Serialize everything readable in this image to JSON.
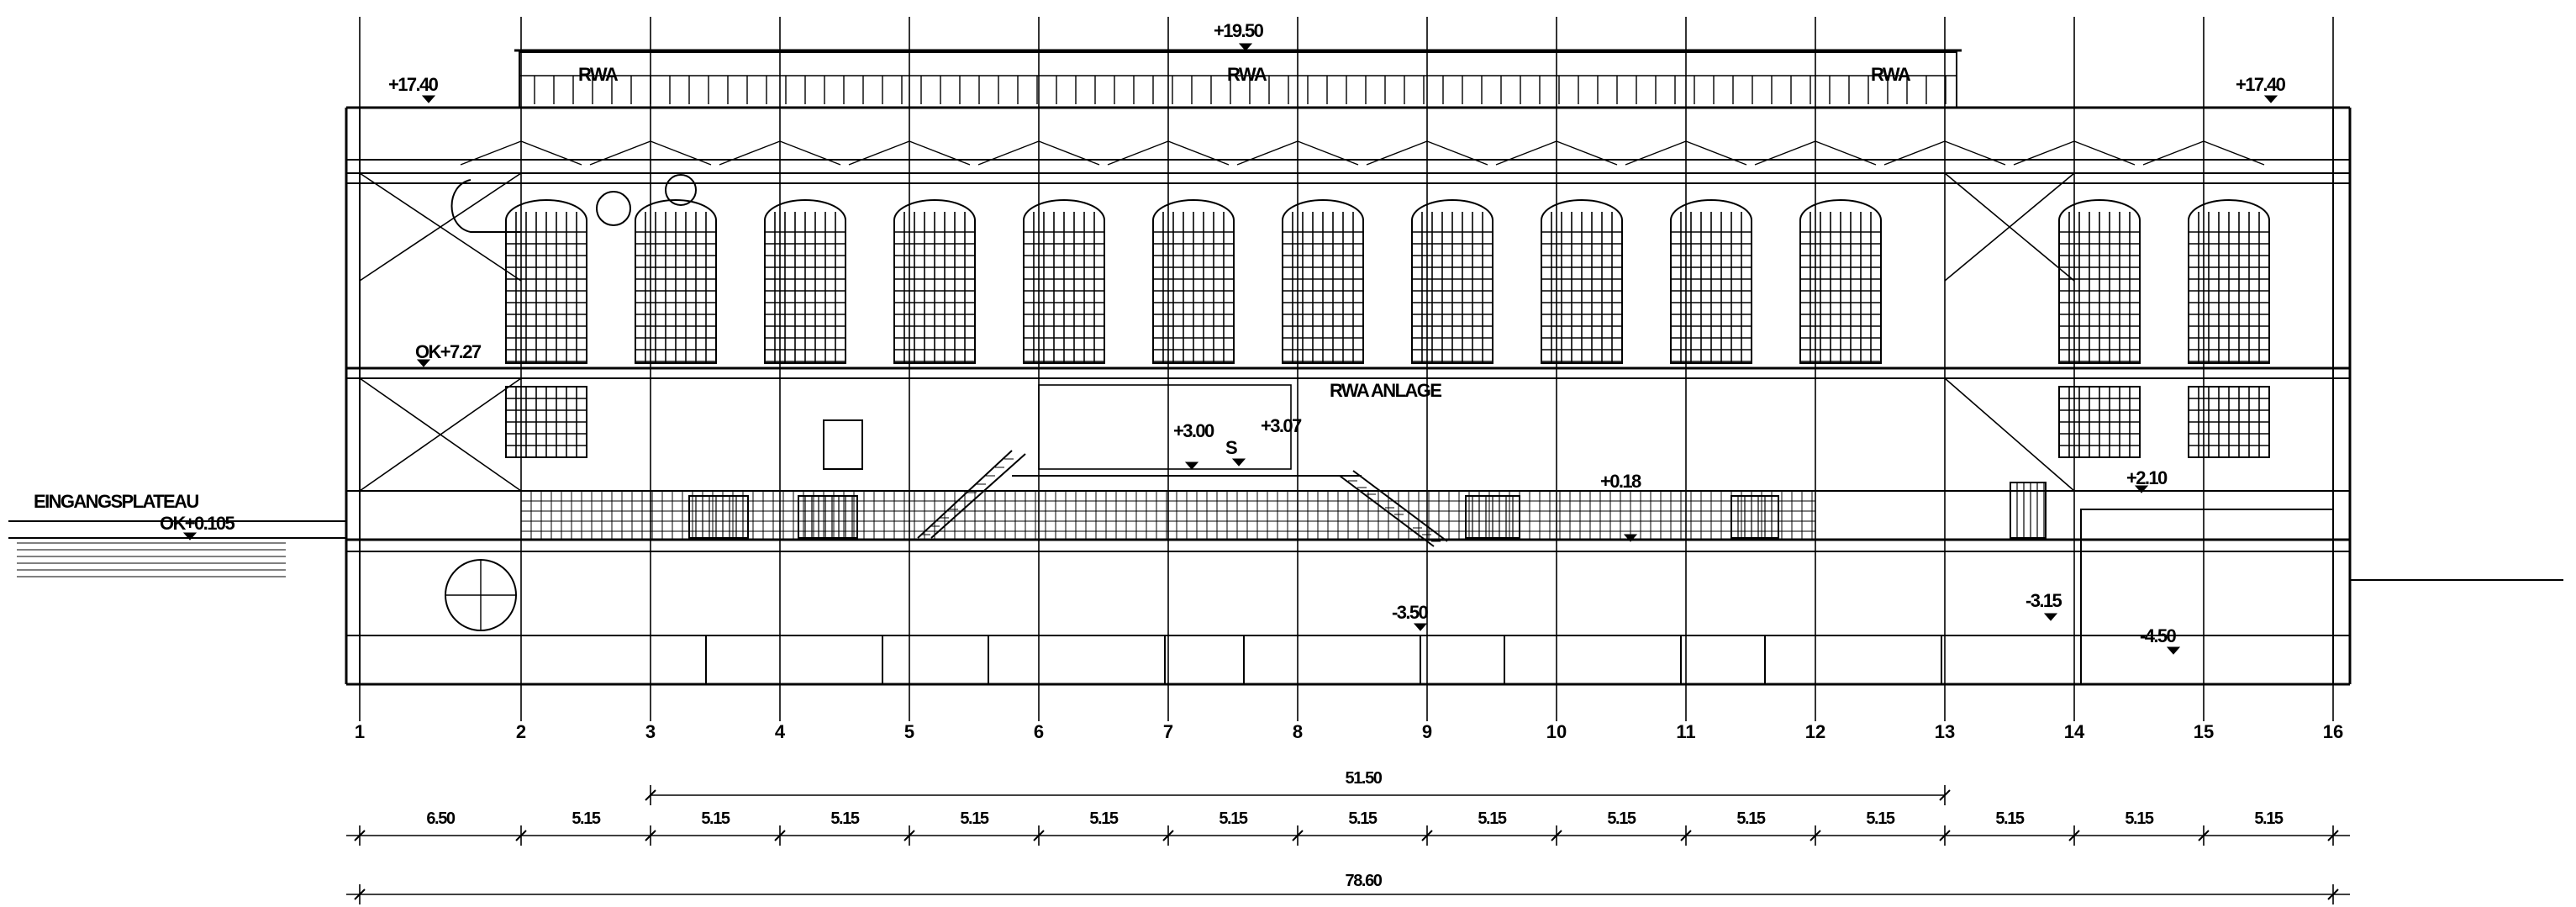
{
  "drawing": {
    "axis_labels": [
      "1",
      "2",
      "3",
      "4",
      "5",
      "6",
      "7",
      "8",
      "9",
      "10",
      "11",
      "12",
      "13",
      "14",
      "15",
      "16"
    ],
    "levels": {
      "top_left": "+17.40",
      "top_center": "+19.50",
      "top_right": "+17.40",
      "ok_727": "OK+7.27",
      "plus_300": "+3.00",
      "plus_307": "+3.07",
      "plus_018": "+0.18",
      "plus_210": "+2.10",
      "minus_350": "-3.50",
      "minus_315": "-3.15",
      "minus_450": "-4.50",
      "ok_0105": "OK+0.105"
    },
    "annotations": {
      "rwa_left": "RWA",
      "rwa_center": "RWA",
      "rwa_right": "RWA",
      "rwa_anlage": "RWA ANLAGE",
      "eingangsplateau": "EINGANGSPLATEAU",
      "s_mark": "S"
    },
    "dimensions": {
      "span_3_13": "51.50",
      "bays": [
        "6.50",
        "5.15",
        "5.15",
        "5.15",
        "5.15",
        "5.15",
        "5.15",
        "5.15",
        "5.15",
        "5.15",
        "5.15",
        "5.15",
        "5.15",
        "5.15",
        "5.15"
      ],
      "total": "78.60"
    }
  }
}
